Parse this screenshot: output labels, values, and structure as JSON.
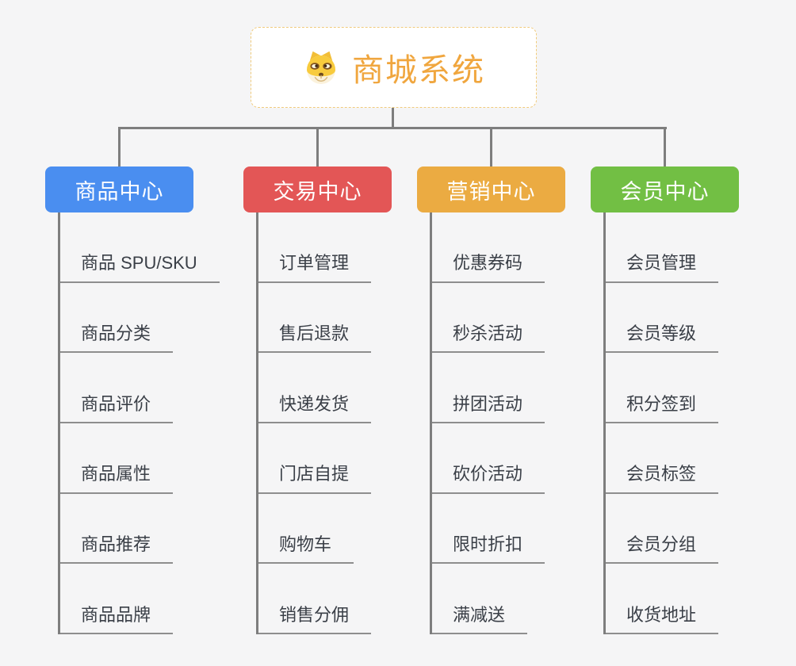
{
  "root": {
    "title": "商城系统",
    "icon": "doge-icon",
    "accent_color": "#F0A63E",
    "border_color": "#F0CB7C"
  },
  "branches": [
    {
      "label": "商品中心",
      "color": "#4A8EF0",
      "items": [
        "商品 SPU/SKU",
        "商品分类",
        "商品评价",
        "商品属性",
        "商品推荐",
        "商品品牌"
      ]
    },
    {
      "label": "交易中心",
      "color": "#E35656",
      "items": [
        "订单管理",
        "售后退款",
        "快递发货",
        "门店自提",
        "购物车",
        "销售分佣"
      ]
    },
    {
      "label": "营销中心",
      "color": "#EBAB42",
      "items": [
        "优惠券码",
        "秒杀活动",
        "拼团活动",
        "砍价活动",
        "限时折扣",
        "满减送"
      ]
    },
    {
      "label": "会员中心",
      "color": "#72BF44",
      "items": [
        "会员管理",
        "会员等级",
        "积分签到",
        "会员标签",
        "会员分组",
        "收货地址"
      ]
    }
  ]
}
